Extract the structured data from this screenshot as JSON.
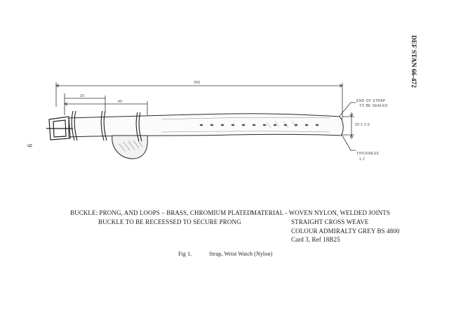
{
  "header": {
    "standard_ref": "DEF STAN 66-472",
    "page_number": "9"
  },
  "drawing": {
    "dim_overall": "390",
    "dim_buckle_span": "20",
    "dim_loop_span": "40",
    "dim_width": "20 ± 2.5",
    "note_end": [
      "END OF STRAP",
      "TO BE SEALED"
    ],
    "note_thickness": [
      "THICKNESS",
      "1.2"
    ]
  },
  "notes": {
    "buckle_line1": "BUCKLE: PRONG, AND LOOPS  –  BRASS, CHROMIUM PLATED",
    "buckle_line2": "BUCKLE TO BE RECEESSED TO SECURE PRONG",
    "material_line1": "MATERIAL - WOVEN NYLON, WELDED JOINTS",
    "material_line2": "STRAIGHT CROSS WEAVE",
    "material_line3": "COLOUR ADMIRALTY GREY BS 4800",
    "material_line4": "Card 3, Ref  18B25"
  },
  "caption": {
    "figure": "Fig 1.",
    "title": "Strap, Wrist Watch (Nylon)"
  }
}
